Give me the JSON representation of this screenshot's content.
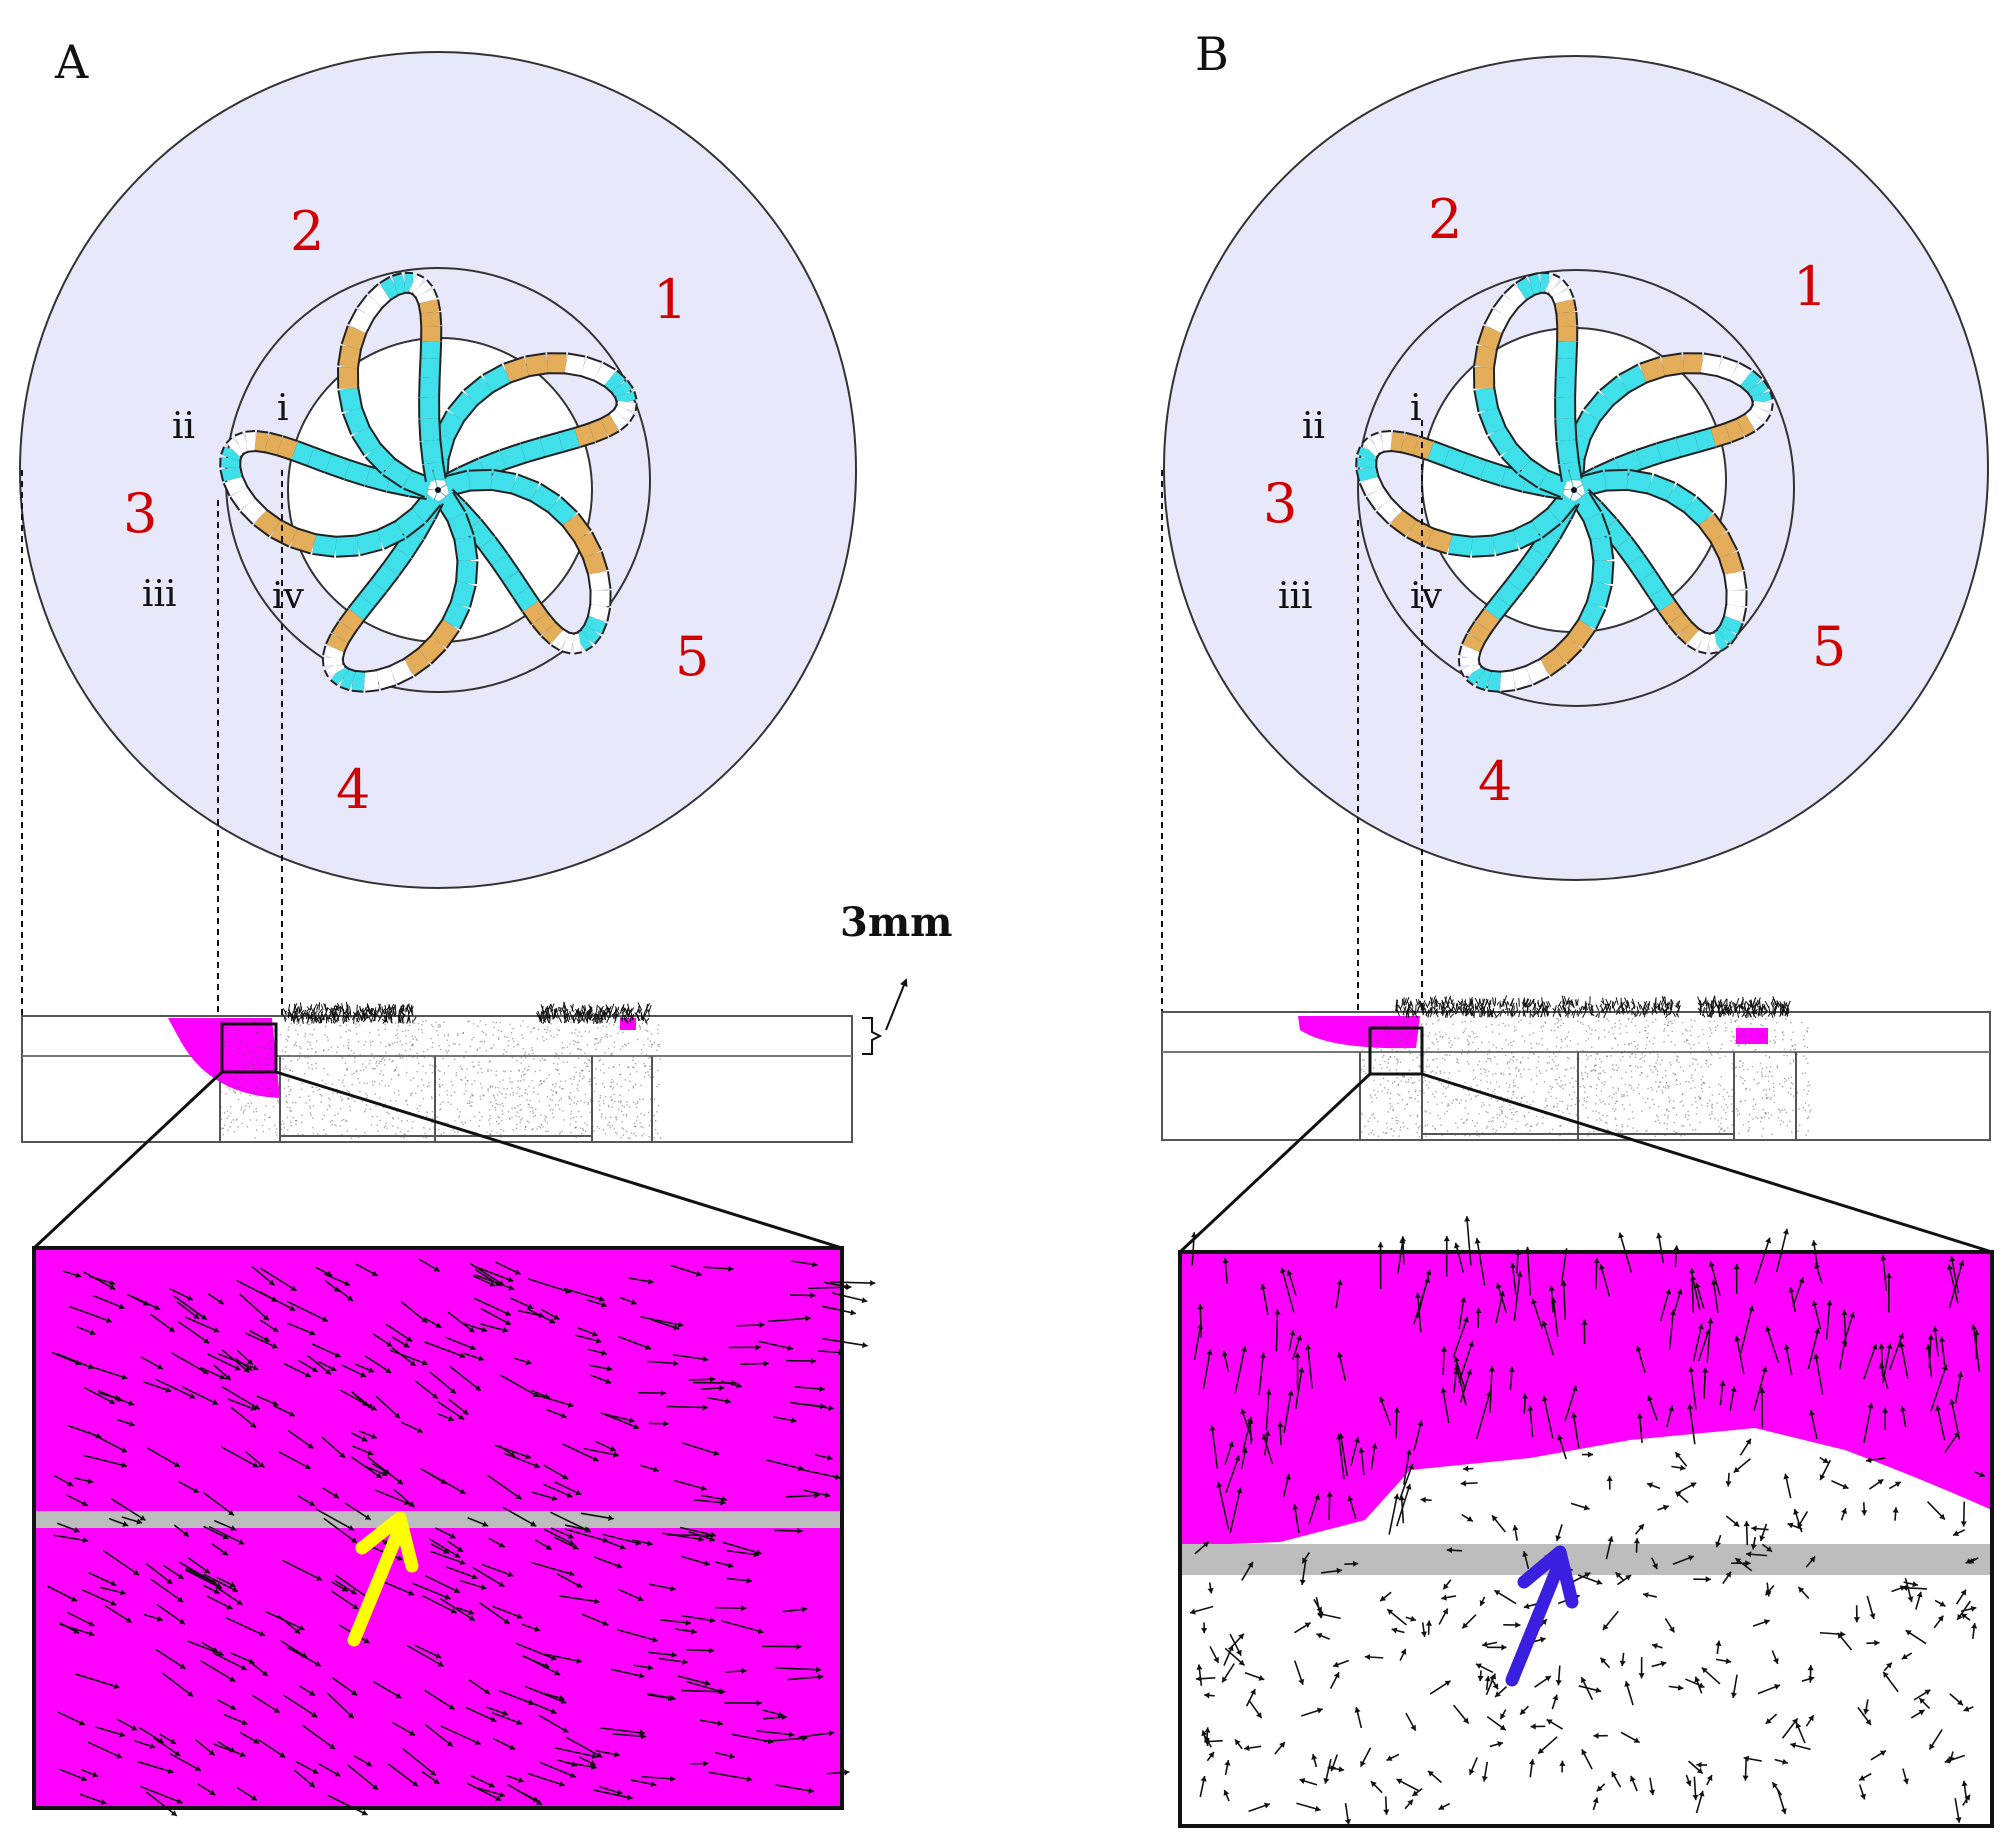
{
  "panels": [
    {
      "id": "A",
      "label": "A",
      "electrode_numbers": [
        "1",
        "2",
        "3",
        "4",
        "5"
      ],
      "roman_labels": [
        "i",
        "ii",
        "iii",
        "iv"
      ],
      "zoom_arrow_color": "#ffff00",
      "zoom_region": "full-magenta"
    },
    {
      "id": "B",
      "label": "B",
      "electrode_numbers": [
        "1",
        "2",
        "3",
        "4",
        "5"
      ],
      "roman_labels": [
        "i",
        "ii",
        "iii",
        "iv"
      ],
      "zoom_arrow_color": "#3a1fe0",
      "zoom_region": "partial-magenta"
    }
  ],
  "scale_label": "3mm",
  "colors": {
    "dish": "#e8e8fb",
    "segment_cyan": "#3fe0ea",
    "segment_orange": "#e3ad5a",
    "segment_white": "#ffffff",
    "magenta": "#ff00ff",
    "number_red": "#d00000",
    "layer_gray": "#bdbdbd"
  },
  "icons": [
    "arrow-icon"
  ]
}
